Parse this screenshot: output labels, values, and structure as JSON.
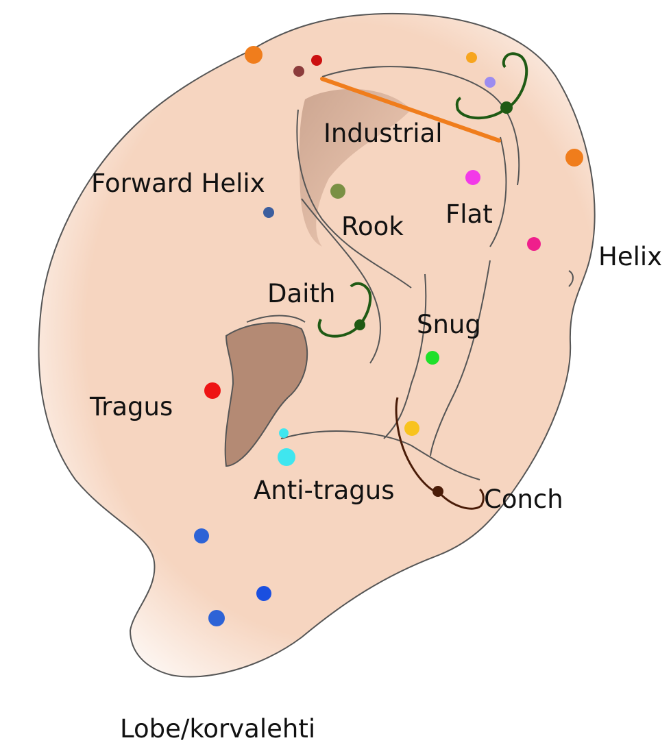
{
  "labels": {
    "industrial": "Industrial",
    "forward_helix": "Forward Helix",
    "rook": "Rook",
    "flat": "Flat",
    "helix": "Helix",
    "daith": "Daith",
    "snug": "Snug",
    "tragus": "Tragus",
    "anti_tragus": "Anti-tragus",
    "conch": "Conch",
    "lobe": "Lobe/korvalehti"
  },
  "colors": {
    "skin": "#f6d5c0",
    "skin_shadow": "#b48a74",
    "outline": "#555555",
    "industrial_bar": "#f07d1c",
    "ring_green": "#1f5a14",
    "ring_brown": "#4a1c08",
    "helix_orange": "#f07d1c",
    "forward_helix_blue": "#3c5e9e",
    "rook_olive": "#7a9044",
    "flat_magenta": "#f23ae8",
    "helix_pink": "#ef1f8c",
    "snug_green": "#1fe02a",
    "tragus_red": "#ee1414",
    "anti_tragus_cyan": "#3fe6ef",
    "conch_yellow": "#f8c31e",
    "lobe_blue": "#2d63d6"
  }
}
